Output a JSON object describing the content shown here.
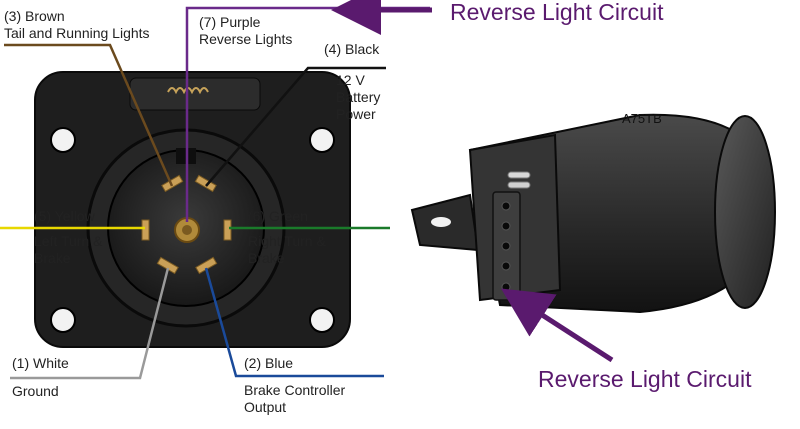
{
  "pins": {
    "brown": {
      "line1": "(3) Brown",
      "line2": "Tail and Running Lights",
      "color": "#6b4a1e"
    },
    "purple": {
      "line1": "(7) Purple",
      "line2": "Reverse Lights",
      "color": "#6a2a8a"
    },
    "black": {
      "line1": "(4) Black",
      "line2": "12 V",
      "line3": "Battery",
      "line4": "Power",
      "color": "#111111"
    },
    "yellow": {
      "line1": "(5) Yellow",
      "line2": "Left Turn &",
      "line3": "Brake",
      "color": "#e8d800"
    },
    "green": {
      "line1": "(6) Green",
      "line2": "Right Turn &",
      "line3": "Brake",
      "color": "#1a7a2a"
    },
    "white": {
      "line1": "(1) White",
      "line2": "Ground",
      "color": "#9a9a9a"
    },
    "blue": {
      "line1": "(2) Blue",
      "line2": "Brake Controller",
      "line3": "Output",
      "color": "#1a4a9a"
    }
  },
  "callouts": {
    "top": "Reverse Light Circuit",
    "bottom": "Reverse Light Circuit",
    "color": "#5a1a6e"
  },
  "adapter": {
    "part_number": "A75TB"
  }
}
